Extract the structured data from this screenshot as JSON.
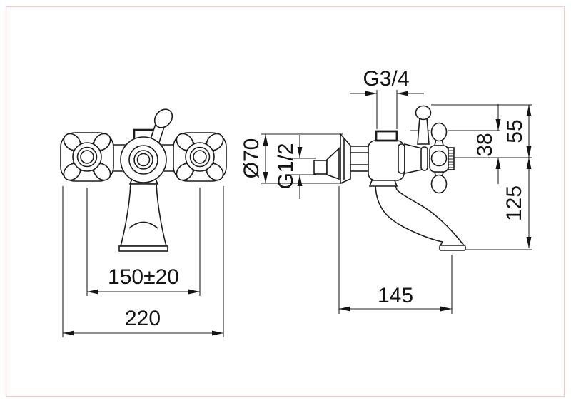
{
  "drawing": {
    "type": "technical-dimension-drawing",
    "subject": "wall-mounted bath mixer tap, front and side views"
  },
  "colors": {
    "line": "#1c1c1c",
    "dim_line": "#222222",
    "frame": "#f1caca",
    "background": "#ffffff"
  },
  "views": {
    "front": {
      "name": "front view"
    },
    "side": {
      "name": "side view"
    }
  },
  "dims": {
    "top_outlet_thread": "G3/4",
    "flange_diameter": "Ø70",
    "inlet_thread": "G1/2",
    "height_top": "55",
    "height_mid": "38",
    "spout_drop": "125",
    "spout_reach": "145",
    "handle_spacing": "150±20",
    "overall_width": "220"
  }
}
